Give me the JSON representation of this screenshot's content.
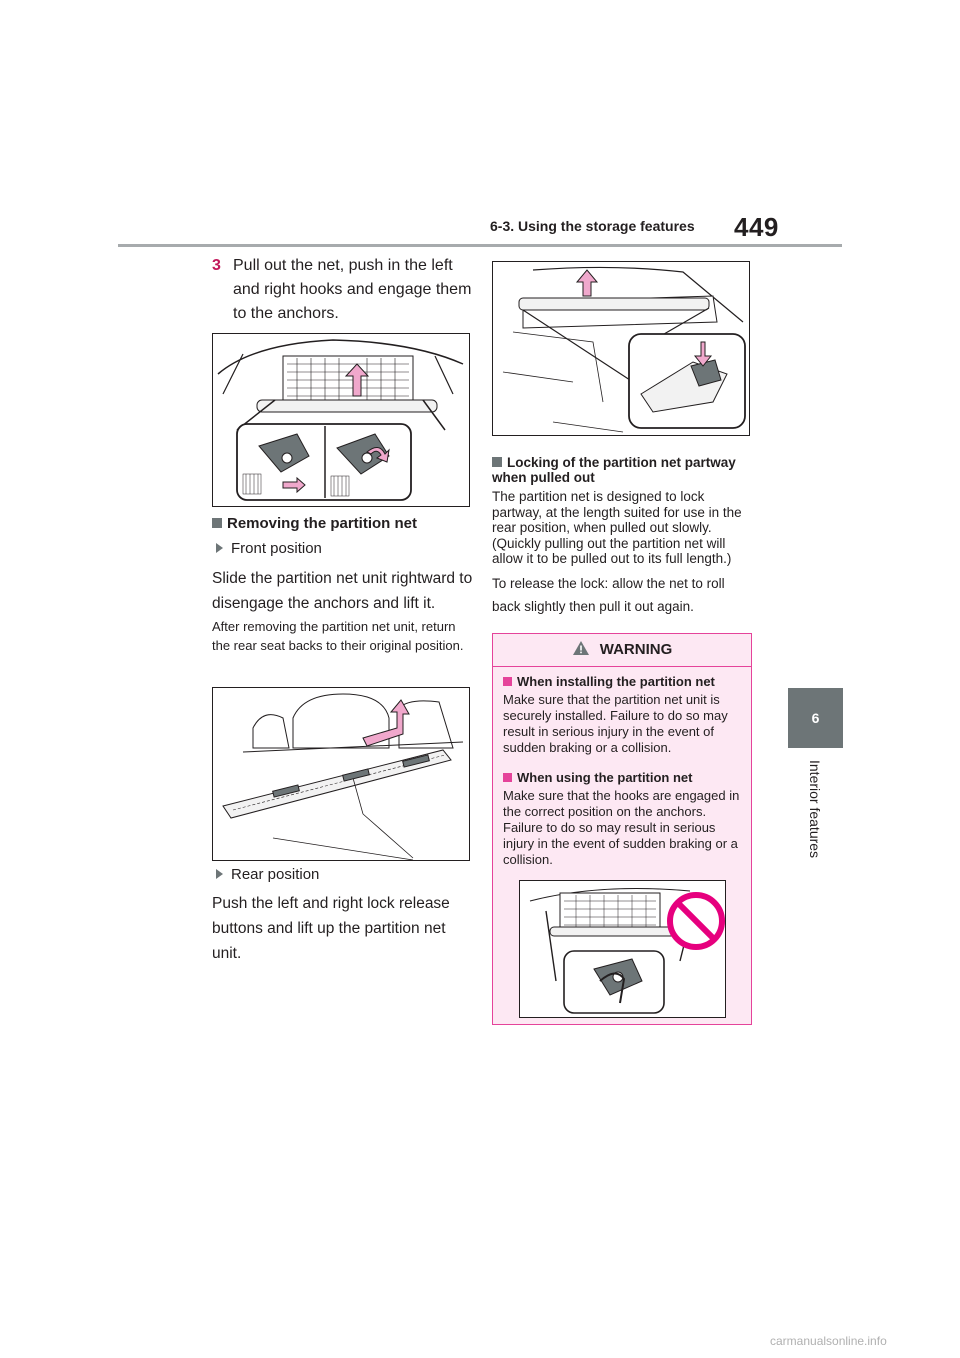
{
  "header": {
    "section_title": "6-3. Using the storage features",
    "page_number": "449"
  },
  "side_tab": {
    "chapter_number": "6",
    "chapter_label": "Interior features"
  },
  "left_column": {
    "step": {
      "number": "3",
      "text": "Pull out the net, push in the left and right hooks and engage them to the anchors."
    },
    "removing_heading": "Removing the partition net",
    "front_position": {
      "label": "Front position",
      "text": "Slide the partition net unit rightward to disengage the anchors and lift it.",
      "note": "After removing the partition net unit, return the rear seat backs to their original position."
    },
    "rear_position": {
      "label": "Rear position",
      "text": "Push the left and right lock release buttons and lift up the partition net unit."
    }
  },
  "right_column": {
    "locking_heading": "Locking of the partition net partway when pulled out",
    "locking_text": "The partition net is designed to lock partway, at the length suited for use in the rear position, when pulled out slowly. (Quickly pulling out the partition net will allow it to be pulled out to its full length.)",
    "release_text": "To release the lock: allow the net to roll back slightly then pull it out again."
  },
  "warning": {
    "title": "WARNING",
    "items": [
      {
        "heading": "When installing the partition net",
        "text": "Make sure that the partition net unit is securely installed. Failure to do so may result in serious injury in the event of sudden braking or a collision."
      },
      {
        "heading": "When using the partition net",
        "text": "Make sure that the hooks are engaged in the correct position on the anchors. Failure to do so may result in serious injury in the event of sudden braking or a collision."
      }
    ]
  },
  "watermark": "carmanualsonline.info",
  "colors": {
    "accent_pink": "#e5439a",
    "arrow_pink": "#f0a8cc",
    "tab_gray": "#6d7577",
    "rule_gray": "#a7abad",
    "warning_bg": "#fde8f3",
    "prohibit_red": "#e6007e"
  }
}
